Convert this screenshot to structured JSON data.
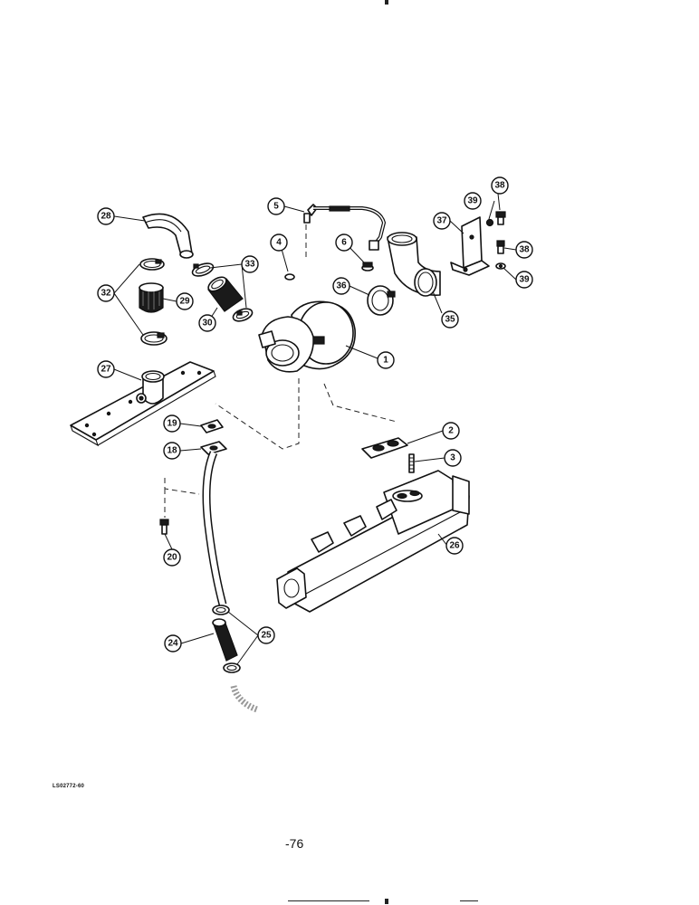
{
  "figure_ref": "LS02772-60",
  "page_number": "-76",
  "callouts": [
    "1",
    "2",
    "3",
    "4",
    "5",
    "6",
    "18",
    "19",
    "20",
    "24",
    "25",
    "26",
    "27",
    "28",
    "29",
    "30",
    "32",
    "33",
    "35",
    "36",
    "37",
    "38",
    "39"
  ]
}
